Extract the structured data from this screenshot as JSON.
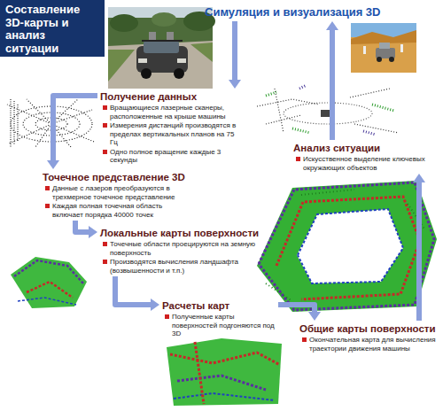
{
  "diagram": {
    "title": "Составление 3D-карты и анализ ситуации",
    "nodes": [
      {
        "text": [
          "Симуляция и визуализация 3D"
        ]
      },
      {
        "text": [
          "Получение данных",
          "Вращающиеся лазерные сканеры, расположенные на крыше машины",
          "Измерения дистанций производятся в пределах вертикальных планов на 75 Гц",
          "Одно полное вращение каждые 3 секунды"
        ]
      },
      {
        "text": [
          "Анализ ситуации",
          "Искусственное выделение ключевых окружающих объектов"
        ]
      },
      {
        "text": [
          "Точечное представление 3D",
          "Данные с лазеров преобразуются в трехмерное точечное представление",
          "Каждая полная точечная область включает порядка 40000 точек"
        ]
      },
      {
        "text": [
          "Локальные карты поверхности",
          "Точечные области проецируются на земную поверхность",
          "Производятся вычисления ландшафта (возвышенности и т.п.)"
        ]
      },
      {
        "text": [
          "Расчеты карт",
          "Полученные карты поверхностей подгоняются под 3D"
        ]
      },
      {
        "text": [
          "Общие карты поверхности",
          "Окончательная карта для вычисления траектории движения машины"
        ]
      }
    ],
    "edges": [
      {
        "from": 1,
        "to": 3,
        "arrow": "to"
      },
      {
        "from": 3,
        "to": 4,
        "arrow": "to"
      },
      {
        "from": 4,
        "to": 5,
        "arrow": "to"
      },
      {
        "from": 5,
        "to": 6,
        "arrow": "to"
      },
      {
        "from": 6,
        "to": 2,
        "arrow": "to"
      },
      {
        "from": 2,
        "to": 0,
        "arrow": "to"
      },
      {
        "from": 0,
        "to": 1,
        "arrow": "to"
      }
    ]
  }
}
